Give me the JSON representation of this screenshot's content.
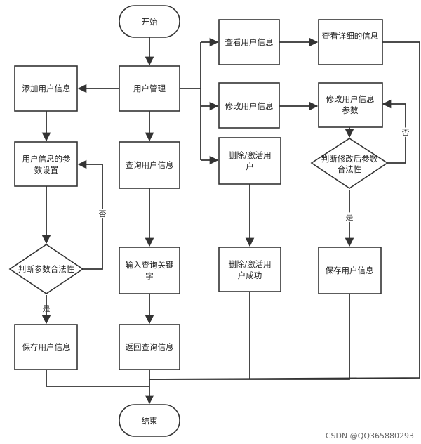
{
  "nodes": {
    "start": "开始",
    "user_mgmt": "用户管理",
    "add_user": "添加用户信息",
    "param_setting": [
      "用户信息的参",
      "数设置"
    ],
    "check_add": "判断参数合法性",
    "save_add": "保存用户信息",
    "query_user": "查询用户信息",
    "input_keyword": [
      "输入查询关键",
      "字"
    ],
    "return_query": "返回查询信息",
    "view_user": "查看用户信息",
    "view_detail": "查看详细的信息",
    "modify_user": "修改用户信息",
    "modify_param": [
      "修改用户信息",
      "参数"
    ],
    "check_modify": [
      "判断修改后参数",
      "合法性"
    ],
    "save_modify": "保存用户信息",
    "delete_user": [
      "删除/激活用",
      "户"
    ],
    "delete_success": [
      "删除/激活用",
      "户成功"
    ],
    "end": "结束"
  },
  "labels": {
    "yes_add": "是",
    "no_add": "否",
    "yes_modify": "是",
    "no_modify": "否"
  },
  "watermark": "CSDN @QQ365880293"
}
